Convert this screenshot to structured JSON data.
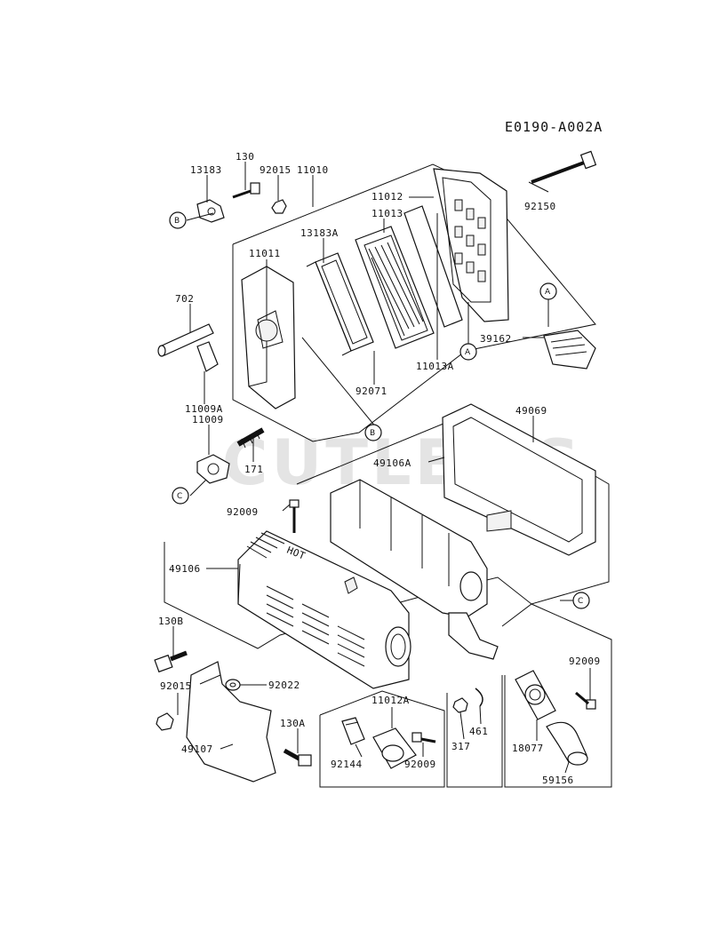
{
  "diagram_code": "E0190-A002A",
  "watermark": "CUTLER'S",
  "embossed_text": "HOT",
  "circle_labels": {
    "a": "A",
    "b": "B",
    "c": "C"
  },
  "parts": {
    "p13183": "13183",
    "p130": "130",
    "p92015_top": "92015",
    "p11010": "11010",
    "p11012": "11012",
    "p11013": "11013",
    "p13183A": "13183A",
    "p11011": "11011",
    "p92150": "92150",
    "p702": "702",
    "p39162": "39162",
    "p11013A": "11013A",
    "p92071": "92071",
    "p11009A": "11009A",
    "p11009": "11009",
    "p171": "171",
    "p49069": "49069",
    "p49106A": "49106A",
    "p92009_a": "92009",
    "p49106": "49106",
    "p130B": "130B",
    "p92015_b": "92015",
    "p92022": "92022",
    "p130A": "130A",
    "p49107": "49107",
    "p11012A": "11012A",
    "p92144": "92144",
    "p92009_b": "92009",
    "p317": "317",
    "p461": "461",
    "p92009_c": "92009",
    "p18077": "18077",
    "p59156": "59156"
  }
}
